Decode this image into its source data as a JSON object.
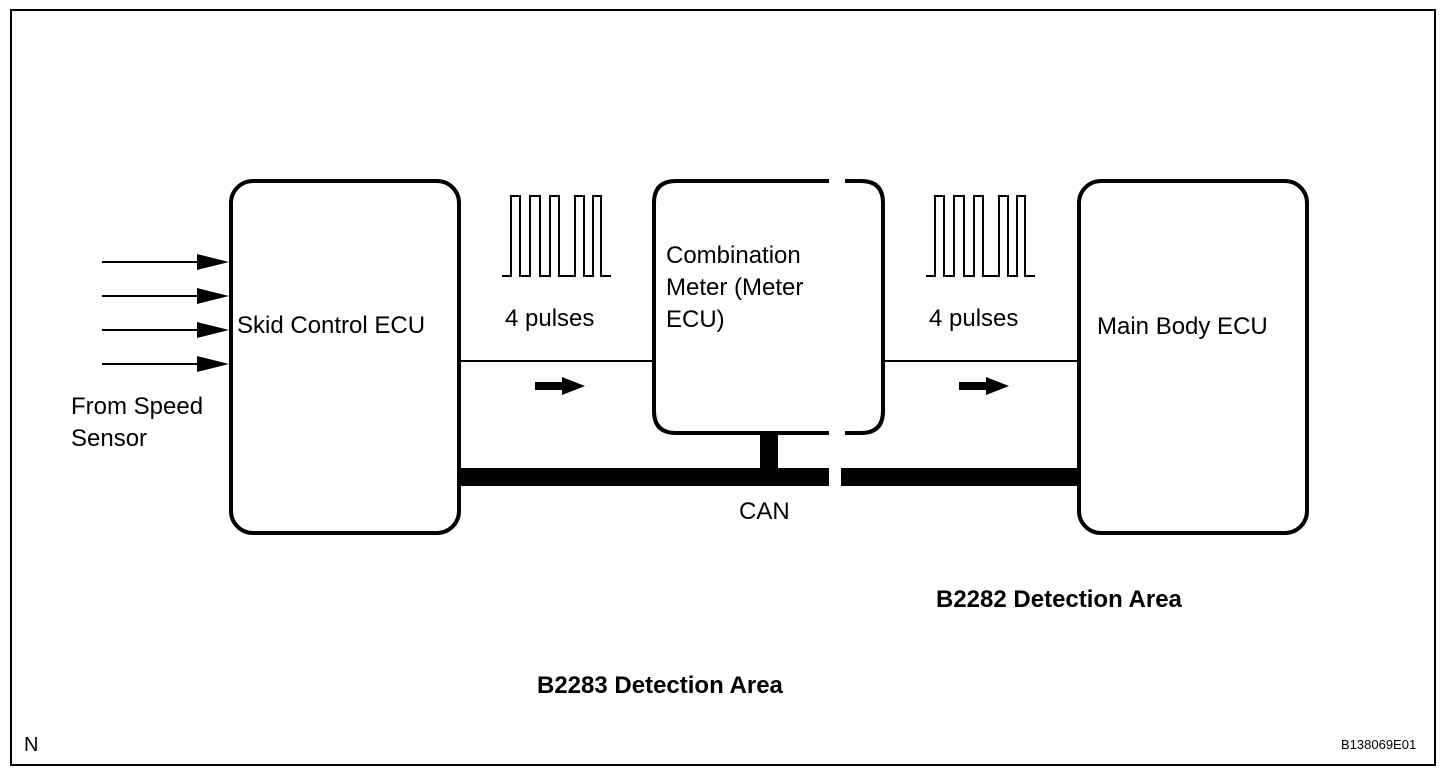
{
  "blocks": {
    "skid_ecu": "Skid Control ECU",
    "meter_line1": "Combination",
    "meter_line2": "Meter (Meter",
    "meter_line3": "ECU)",
    "main_body_ecu": "Main Body ECU"
  },
  "signals": {
    "pulses_left": "4 pulses",
    "pulses_right": "4 pulses",
    "input_line1": "From Speed",
    "input_line2": "Sensor",
    "bus": "CAN"
  },
  "areas": {
    "b2282": "B2282 Detection Area",
    "b2283": "B2283 Detection Area"
  },
  "footer": {
    "corner_mark": "N",
    "figure_code": "B138069E01"
  }
}
